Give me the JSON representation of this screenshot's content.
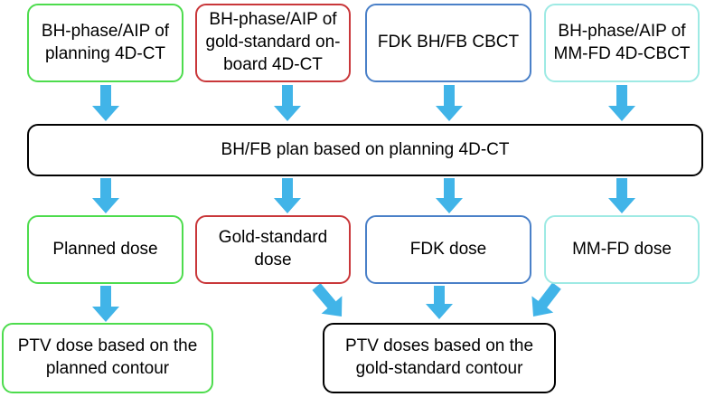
{
  "colors": {
    "green": "#4ddc4d",
    "red": "#c9373a",
    "blue": "#4a80c8",
    "cyan": "#9eeae4",
    "black": "#000000",
    "arrow": "#41b4e8"
  },
  "row1": {
    "planning": "BH-phase/AIP of\nplanning 4D-CT",
    "gold_standard": "BH-phase/AIP of\ngold-standard on-\nboard 4D-CT",
    "fdk": "FDK BH/FB CBCT",
    "mmfd": "BH-phase/AIP of\nMM-FD 4D-CBCT"
  },
  "plan": "BH/FB plan based on planning 4D-CT",
  "row3": {
    "planned_dose": "Planned dose",
    "gold_dose": "Gold-standard\ndose",
    "fdk_dose": "FDK dose",
    "mmfd_dose": "MM-FD dose"
  },
  "row4": {
    "ptv_planned": "PTV dose based on the\nplanned contour",
    "ptv_gold": "PTV doses based on the\ngold-standard contour"
  }
}
